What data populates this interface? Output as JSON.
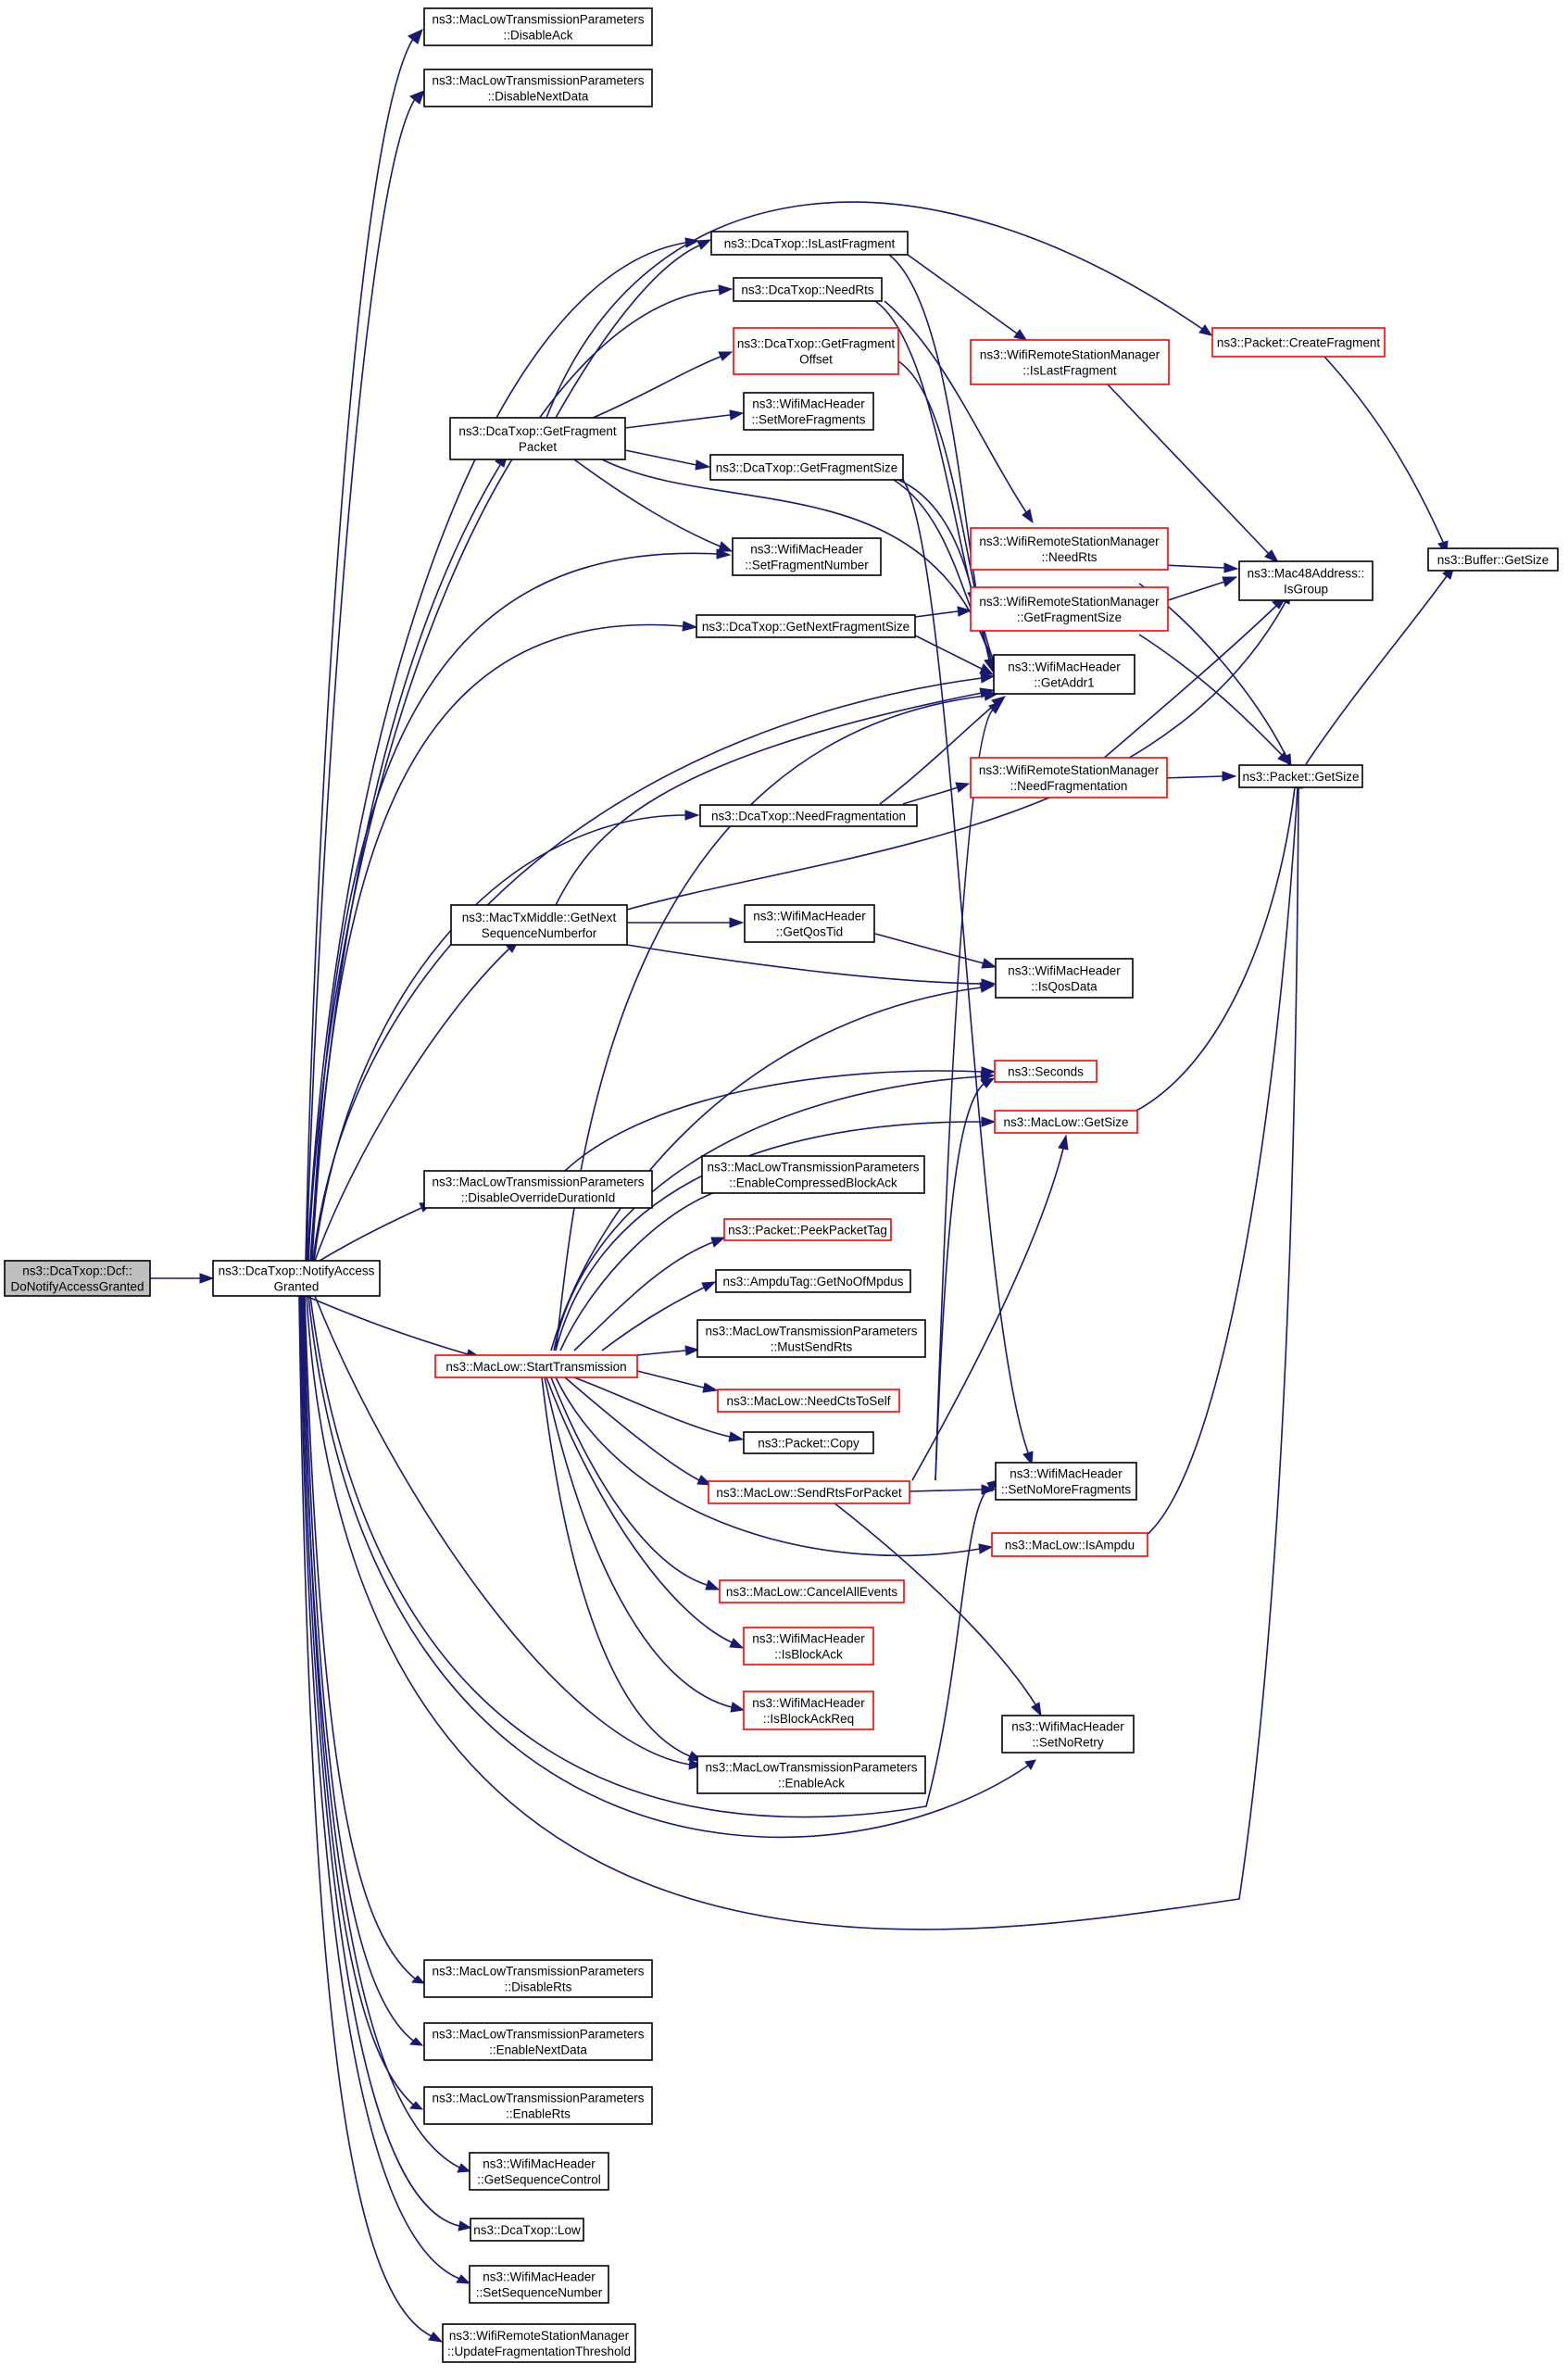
{
  "colors": {
    "edge": "#191970",
    "normal_border": "#000000",
    "partial_border": "#ff0000",
    "root_fill": "#bfbfbf",
    "node_fill": "#ffffff"
  },
  "nodes": [
    {
      "id": "dcf",
      "lines": [
        "ns3::DcaTxop::Dcf::",
        "DoNotifyAccessGranted"
      ],
      "kind": "root"
    },
    {
      "id": "nag",
      "lines": [
        "ns3::DcaTxop::NotifyAccess",
        "Granted"
      ],
      "kind": "normal"
    },
    {
      "id": "disack",
      "lines": [
        "ns3::MacLowTransmissionParameters",
        "::DisableAck"
      ],
      "kind": "normal"
    },
    {
      "id": "disnd",
      "lines": [
        "ns3::MacLowTransmissionParameters",
        "::DisableNextData"
      ],
      "kind": "normal"
    },
    {
      "id": "islast",
      "lines": [
        "ns3::DcaTxop::IsLastFragment"
      ],
      "kind": "normal"
    },
    {
      "id": "needrts",
      "lines": [
        "ns3::DcaTxop::NeedRts"
      ],
      "kind": "normal"
    },
    {
      "id": "gfo",
      "lines": [
        "ns3::DcaTxop::GetFragment",
        "Offset"
      ],
      "kind": "partial"
    },
    {
      "id": "smf",
      "lines": [
        "ns3::WifiMacHeader",
        "::SetMoreFragments"
      ],
      "kind": "normal"
    },
    {
      "id": "gfp",
      "lines": [
        "ns3::DcaTxop::GetFragment",
        "Packet"
      ],
      "kind": "normal"
    },
    {
      "id": "gfs",
      "lines": [
        "ns3::DcaTxop::GetFragmentSize"
      ],
      "kind": "normal"
    },
    {
      "id": "sfn",
      "lines": [
        "ns3::WifiMacHeader",
        "::SetFragmentNumber"
      ],
      "kind": "normal"
    },
    {
      "id": "gnfs",
      "lines": [
        "ns3::DcaTxop::GetNextFragmentSize"
      ],
      "kind": "normal"
    },
    {
      "id": "needfrag",
      "lines": [
        "ns3::DcaTxop::NeedFragmentation"
      ],
      "kind": "normal"
    },
    {
      "id": "mtm",
      "lines": [
        "ns3::MacTxMiddle::GetNext",
        "SequenceNumberfor"
      ],
      "kind": "normal"
    },
    {
      "id": "gqt",
      "lines": [
        "ns3::WifiMacHeader",
        "::GetQosTid"
      ],
      "kind": "normal"
    },
    {
      "id": "disodi",
      "lines": [
        "ns3::MacLowTransmissionParameters",
        "::DisableOverrideDurationId"
      ],
      "kind": "normal"
    },
    {
      "id": "ecba",
      "lines": [
        "ns3::MacLowTransmissionParameters",
        "::EnableCompressedBlockAck"
      ],
      "kind": "normal"
    },
    {
      "id": "ppt",
      "lines": [
        "ns3::Packet::PeekPacketTag"
      ],
      "kind": "partial"
    },
    {
      "id": "gnom",
      "lines": [
        "ns3::AmpduTag::GetNoOfMpdus"
      ],
      "kind": "normal"
    },
    {
      "id": "msr",
      "lines": [
        "ns3::MacLowTransmissionParameters",
        "::MustSendRts"
      ],
      "kind": "normal"
    },
    {
      "id": "st",
      "lines": [
        "ns3::MacLow::StartTransmission"
      ],
      "kind": "partial"
    },
    {
      "id": "ncts",
      "lines": [
        "ns3::MacLow::NeedCtsToSelf"
      ],
      "kind": "partial"
    },
    {
      "id": "pcopy",
      "lines": [
        "ns3::Packet::Copy"
      ],
      "kind": "normal"
    },
    {
      "id": "srfp",
      "lines": [
        "ns3::MacLow::SendRtsForPacket"
      ],
      "kind": "partial"
    },
    {
      "id": "cae",
      "lines": [
        "ns3::MacLow::CancelAllEvents"
      ],
      "kind": "partial"
    },
    {
      "id": "isba",
      "lines": [
        "ns3::WifiMacHeader",
        "::IsBlockAck"
      ],
      "kind": "partial"
    },
    {
      "id": "isbar",
      "lines": [
        "ns3::WifiMacHeader",
        "::IsBlockAckReq"
      ],
      "kind": "partial"
    },
    {
      "id": "enack",
      "lines": [
        "ns3::MacLowTransmissionParameters",
        "::EnableAck"
      ],
      "kind": "normal"
    },
    {
      "id": "disrts",
      "lines": [
        "ns3::MacLowTransmissionParameters",
        "::DisableRts"
      ],
      "kind": "normal"
    },
    {
      "id": "ennd",
      "lines": [
        "ns3::MacLowTransmissionParameters",
        "::EnableNextData"
      ],
      "kind": "normal"
    },
    {
      "id": "enrts",
      "lines": [
        "ns3::MacLowTransmissionParameters",
        "::EnableRts"
      ],
      "kind": "normal"
    },
    {
      "id": "gsc",
      "lines": [
        "ns3::WifiMacHeader",
        "::GetSequenceControl"
      ],
      "kind": "normal"
    },
    {
      "id": "low",
      "lines": [
        "ns3::DcaTxop::Low"
      ],
      "kind": "normal"
    },
    {
      "id": "ssn",
      "lines": [
        "ns3::WifiMacHeader",
        "::SetSequenceNumber"
      ],
      "kind": "normal"
    },
    {
      "id": "uft",
      "lines": [
        "ns3::WifiRemoteStationManager",
        "::UpdateFragmentationThreshold"
      ],
      "kind": "normal"
    },
    {
      "id": "wrsm_ilf",
      "lines": [
        "ns3::WifiRemoteStationManager",
        "::IsLastFragment"
      ],
      "kind": "partial"
    },
    {
      "id": "wrsm_nr",
      "lines": [
        "ns3::WifiRemoteStationManager",
        "::NeedRts"
      ],
      "kind": "partial"
    },
    {
      "id": "wrsm_gfs",
      "lines": [
        "ns3::WifiRemoteStationManager",
        "::GetFragmentSize"
      ],
      "kind": "partial"
    },
    {
      "id": "ga1",
      "lines": [
        "ns3::WifiMacHeader",
        "::GetAddr1"
      ],
      "kind": "normal"
    },
    {
      "id": "wrsm_nf",
      "lines": [
        "ns3::WifiRemoteStationManager",
        "::NeedFragmentation"
      ],
      "kind": "partial"
    },
    {
      "id": "iqd",
      "lines": [
        "ns3::WifiMacHeader",
        "::IsQosData"
      ],
      "kind": "normal"
    },
    {
      "id": "sec",
      "lines": [
        "ns3::Seconds"
      ],
      "kind": "partial"
    },
    {
      "id": "mlgs",
      "lines": [
        "ns3::MacLow::GetSize"
      ],
      "kind": "partial"
    },
    {
      "id": "snmf",
      "lines": [
        "ns3::WifiMacHeader",
        "::SetNoMoreFragments"
      ],
      "kind": "normal"
    },
    {
      "id": "isampdu",
      "lines": [
        "ns3::MacLow::IsAmpdu"
      ],
      "kind": "partial"
    },
    {
      "id": "snr",
      "lines": [
        "ns3::WifiMacHeader",
        "::SetNoRetry"
      ],
      "kind": "normal"
    },
    {
      "id": "pcf",
      "lines": [
        "ns3::Packet::CreateFragment"
      ],
      "kind": "partial"
    },
    {
      "id": "isgroup",
      "lines": [
        "ns3::Mac48Address::",
        "IsGroup"
      ],
      "kind": "normal"
    },
    {
      "id": "pgs",
      "lines": [
        "ns3::Packet::GetSize"
      ],
      "kind": "normal"
    },
    {
      "id": "bgs",
      "lines": [
        "ns3::Buffer::GetSize"
      ],
      "kind": "normal"
    }
  ]
}
